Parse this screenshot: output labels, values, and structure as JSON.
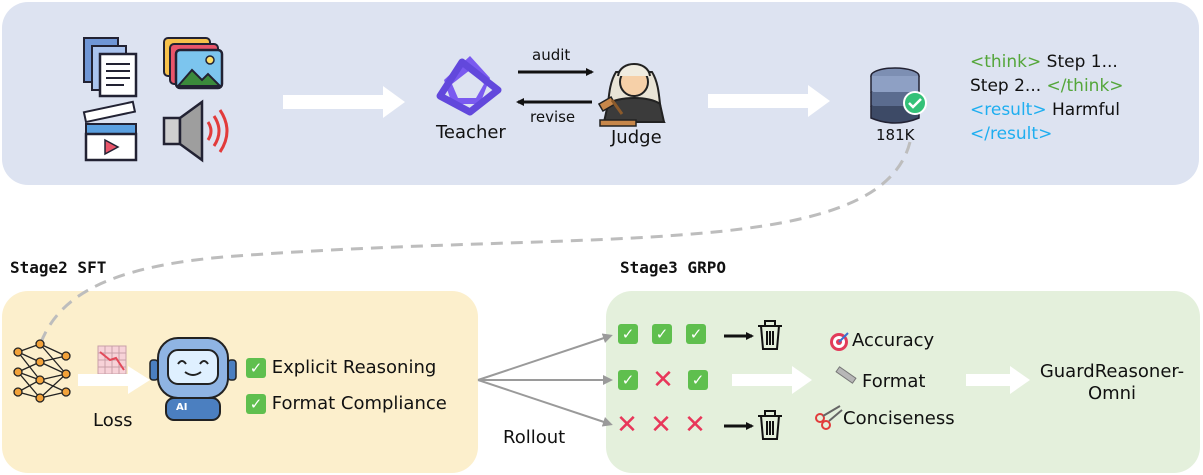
{
  "stage1": {
    "modality_icons": [
      "documents-icon",
      "image-icon",
      "video-clapper-icon",
      "speaker-audio-icon"
    ],
    "teacher_label": "Teacher",
    "judge_label": "Judge",
    "audit_label": "audit",
    "revise_label": "revise",
    "dataset_size": "181K",
    "sample": {
      "think_open": "<think>",
      "step1": " Step 1...",
      "step2": "Step 2... ",
      "think_close": "</think>",
      "result_open": "<result>",
      "result_value": " Harmful",
      "result_close": "</result>"
    }
  },
  "stage2": {
    "title": "Stage2 SFT",
    "loss_label": "Loss",
    "items": [
      "Explicit Reasoning",
      "Format Compliance"
    ],
    "robot_badge": "AI"
  },
  "stage3": {
    "title": "Stage3 GRPO",
    "rollout_label": "Rollout",
    "rows": [
      [
        "check",
        "check",
        "check"
      ],
      [
        "check",
        "cross",
        "check"
      ],
      [
        "cross",
        "cross",
        "cross"
      ]
    ],
    "rewards": [
      "Accuracy",
      "Format",
      "Conciseness"
    ],
    "output_line1": "GuardReasoner-",
    "output_line2": "Omni"
  },
  "colors": {
    "stage1_bg": "#dde3f1",
    "stage2_bg": "#fcefcc",
    "stage3_bg": "#e4f0dc",
    "check": "#5fbf4e",
    "cross": "#e8375a",
    "tag_green": "#54a63a",
    "tag_blue": "#1eaef0"
  }
}
